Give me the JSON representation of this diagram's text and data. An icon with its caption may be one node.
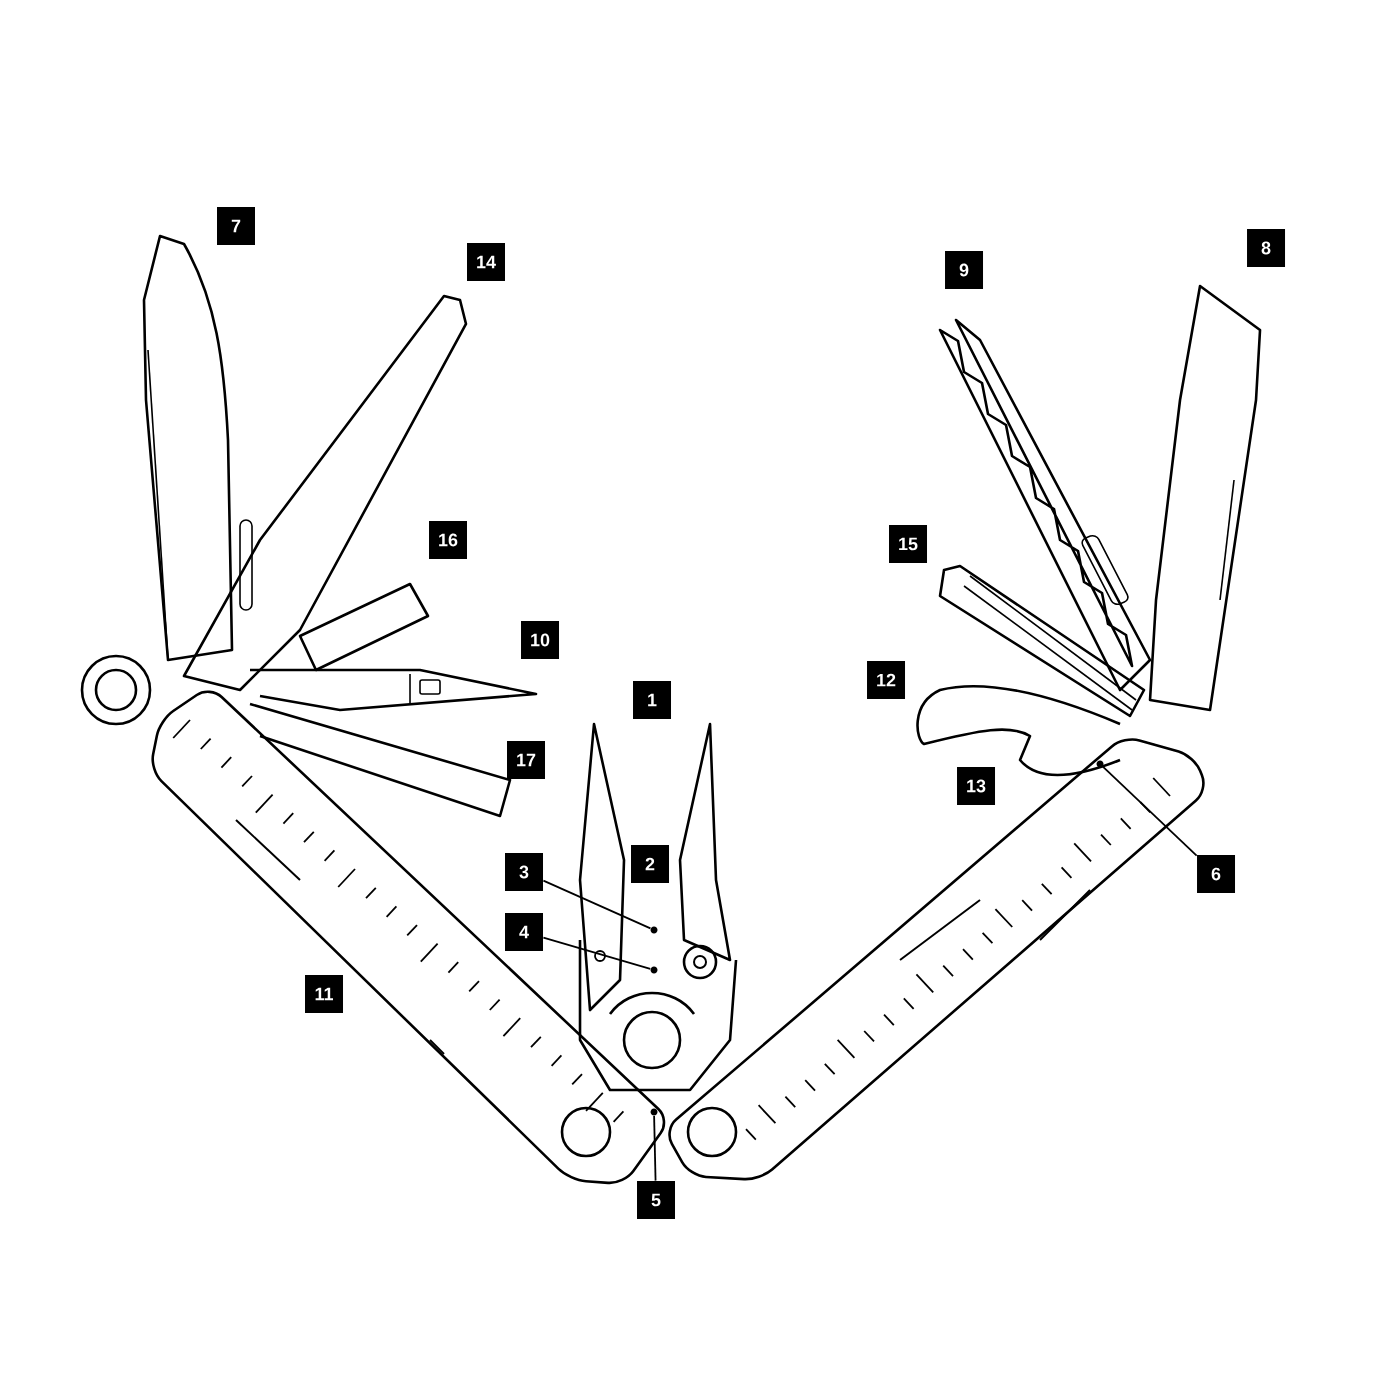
{
  "diagram": {
    "nodes": [
      {
        "text": [
          "7"
        ]
      },
      {
        "text": [
          "8"
        ]
      },
      {
        "text": [
          "14"
        ]
      },
      {
        "text": [
          "9"
        ]
      },
      {
        "text": [
          "16"
        ]
      },
      {
        "text": [
          "15"
        ]
      },
      {
        "text": [
          "10"
        ]
      },
      {
        "text": [
          "12"
        ]
      },
      {
        "text": [
          "1"
        ]
      },
      {
        "text": [
          "17"
        ]
      },
      {
        "text": [
          "13"
        ]
      },
      {
        "text": [
          "2"
        ]
      },
      {
        "text": [
          "3"
        ]
      },
      {
        "text": [
          "6"
        ]
      },
      {
        "text": [
          "4"
        ]
      },
      {
        "text": [
          "11"
        ]
      },
      {
        "text": [
          "5"
        ]
      },
      {
        "text": [],
        "shape": "circle"
      },
      {
        "text": [],
        "shape": "circle"
      },
      {
        "text": [],
        "shape": "circle"
      },
      {
        "text": [],
        "shape": "circle"
      }
    ],
    "edges": [
      {
        "from": 12,
        "to": 18,
        "arrow": "none"
      },
      {
        "from": 14,
        "to": 19,
        "arrow": "none"
      },
      {
        "from": 13,
        "to": 17,
        "arrow": "none"
      },
      {
        "from": 16,
        "to": 20,
        "arrow": "none"
      }
    ]
  }
}
